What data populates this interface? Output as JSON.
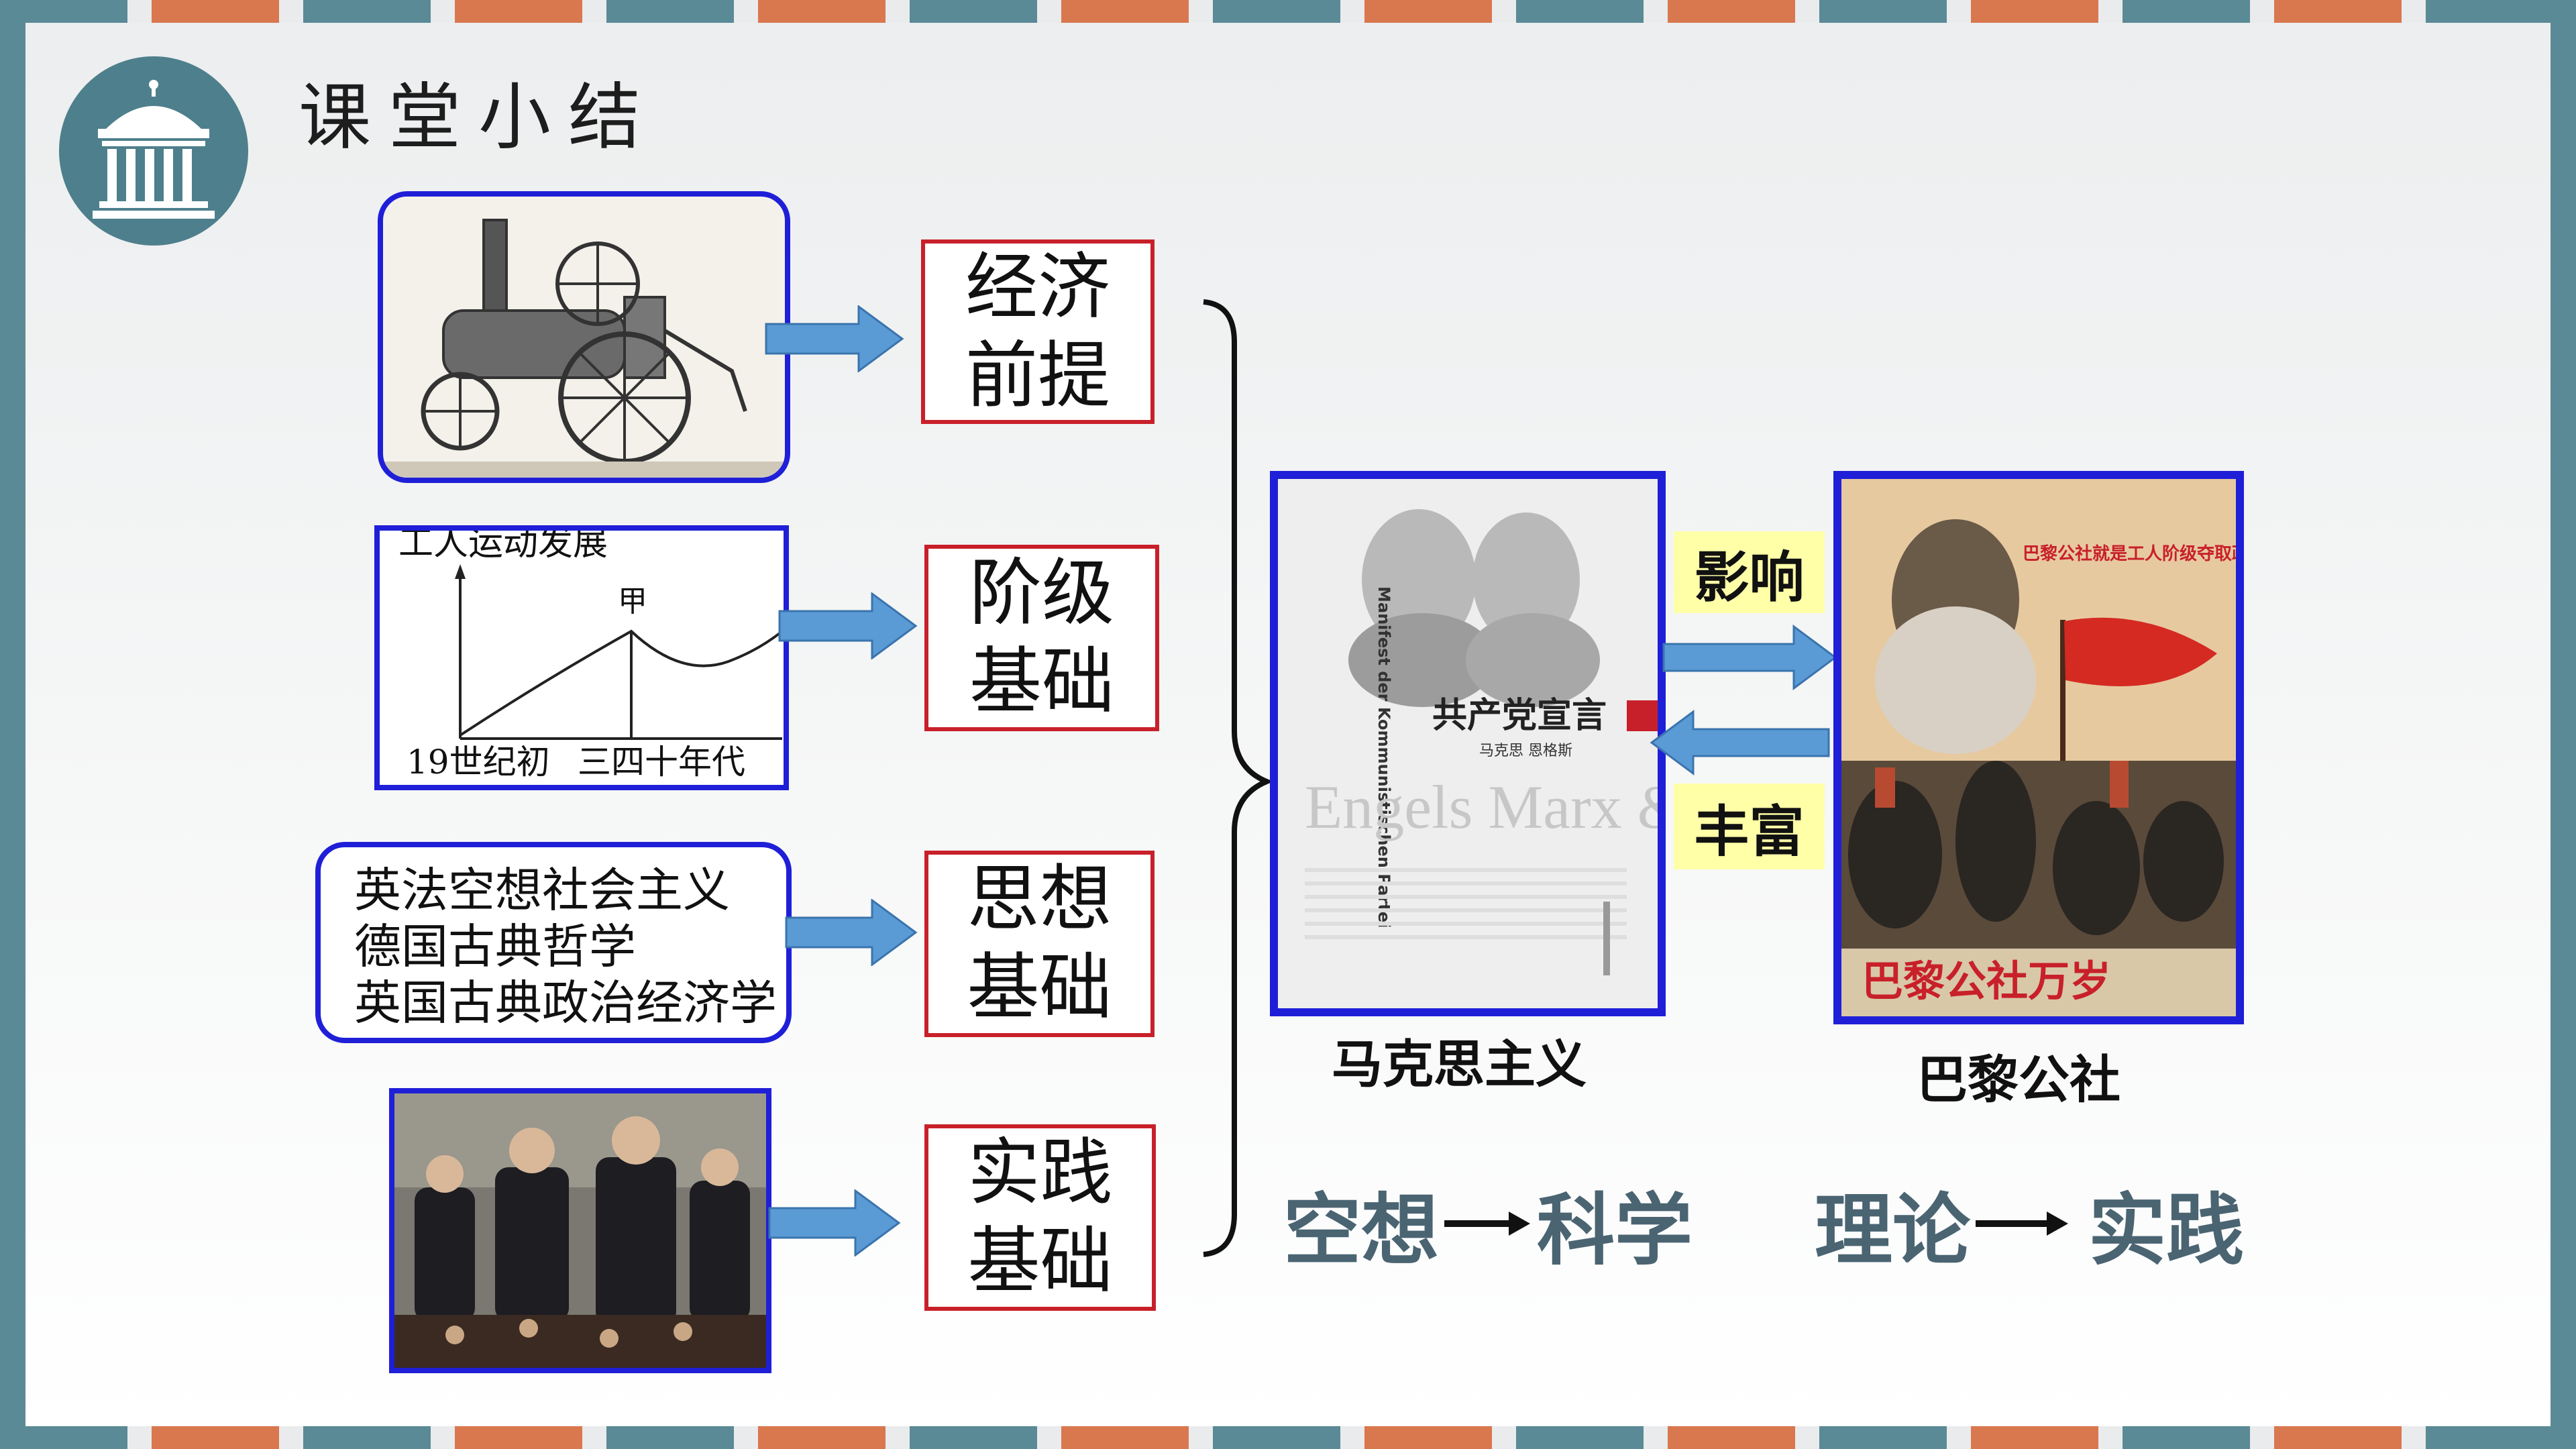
{
  "slide": {
    "title": "课堂小结",
    "colors": {
      "stripe_teal": "#5a8a96",
      "stripe_orange": "#d9774f",
      "box_blue": "#1f1fd8",
      "box_red": "#c8202a",
      "arrow_blue": "#5b9bd5",
      "label_yellow": "#ffffa8",
      "flow_text": "#4a6472"
    },
    "icons": [
      "building-columns-icon"
    ]
  },
  "foundations": [
    {
      "label_line1": "经济",
      "label_line2": "前提"
    },
    {
      "label_line1": "阶级",
      "label_line2": "基础"
    },
    {
      "label_line1": "思想",
      "label_line2": "基础"
    },
    {
      "label_line1": "实践",
      "label_line2": "基础"
    }
  ],
  "workers_chart": {
    "title": "工人运动发展",
    "peak_label": "甲",
    "x_start_label": "19世纪初",
    "x_peak_label": "三四十年代"
  },
  "ideas_box": {
    "lines": [
      "英法空想社会主义",
      "德国古典哲学",
      "英国古典政治经济学"
    ]
  },
  "manifesto": {
    "cover_title": "共产党宣言",
    "cover_authors": "马克思  恩格斯",
    "cover_vertical": "Manifest der Kommunistischen Partei",
    "cover_names": "Engels Marx &",
    "caption": "马克思主义"
  },
  "commune": {
    "poster_text": "巴黎公社万岁",
    "poster_top_text": "巴黎公社就是工人阶级夺取政权",
    "caption": "巴黎公社"
  },
  "relations": {
    "influence": "影响",
    "enrich": "丰富"
  },
  "flows": {
    "left_from": "空想",
    "left_to": "科学",
    "right_from": "理论",
    "right_to": "实践"
  }
}
